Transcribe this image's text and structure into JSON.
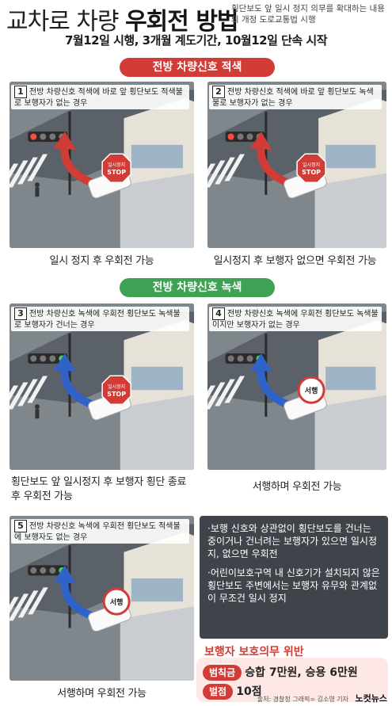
{
  "header": {
    "title_pre": "교차로 차량 ",
    "title_bold": "우회전 방법",
    "subtitle": "횡단보도 앞 일시 정지 의무를 확대하는 내용의 개정 도로교통법 시행",
    "schedule": "7월12일 시행, 3개월 계도기간, 10월12일 단속 시작"
  },
  "sections": {
    "red": "전방 차량신호 적색",
    "green": "전방 차량신호 녹색"
  },
  "panels": [
    {
      "num": "1",
      "text": "전방 차량신호 적색에 바로 앞 횡단보도 적색불로 보행자가 없는 경우",
      "sign": "일시정지 STOP",
      "caption": "일시 정지 후 우회전 가능"
    },
    {
      "num": "2",
      "text": "전방 차량신호 적색에 바로 앞 횡단보도 녹색불로 보행자가 없는 경우",
      "sign": "일시정지 STOP",
      "caption": "일시정지 후 보행자 없으면 우회전 가능"
    },
    {
      "num": "3",
      "text": "전방 차량신호 녹색에 우회전 횡단보도 녹색불로 보행자가 건너는 경우",
      "sign": "일시정지 STOP",
      "caption": "횡단보도 앞 일시정지 후 보행자 횡단 종료 후 우회전 가능"
    },
    {
      "num": "4",
      "text": "전방 차량신호 녹색에 우회전 횡단보도 녹색불이지만 보행자가 없는 경우",
      "sign": "서행",
      "caption": "서행하며 우회전 가능"
    },
    {
      "num": "5",
      "text": "전방 차량신호 녹색에 우회전 횡단보도 적색불에 보행자도 없는 경우",
      "sign": "서행",
      "caption": "서행하며 우회전 가능"
    }
  ],
  "notes": [
    "·보행 신호와 상관없이 횡단보도를 건너는 중이거나 건너려는 보행자가 있으면 일시정지, 없으면 우회전",
    "·어린이보호구역 내 신호기가 설치되지 않은 횡단보도 주변에서는 보행자 유무와 관계없이 무조건 일시 정지"
  ],
  "violation": {
    "title": "보행자 보호의무 위반",
    "fine_label": "범칙금",
    "fine_value": "승합 7만원, 승용 6만원",
    "points_label": "벌점",
    "points_value": "10점"
  },
  "credit": "출처: 경찰청  그래픽= 김소영 기자",
  "logo": "노컷뉴스",
  "colors": {
    "accent_red": "#d23c36",
    "accent_green": "#3ea153",
    "road": "#4d555c",
    "car_arrow_red": "#d23c36",
    "car_arrow_blue": "#2f63c8"
  }
}
